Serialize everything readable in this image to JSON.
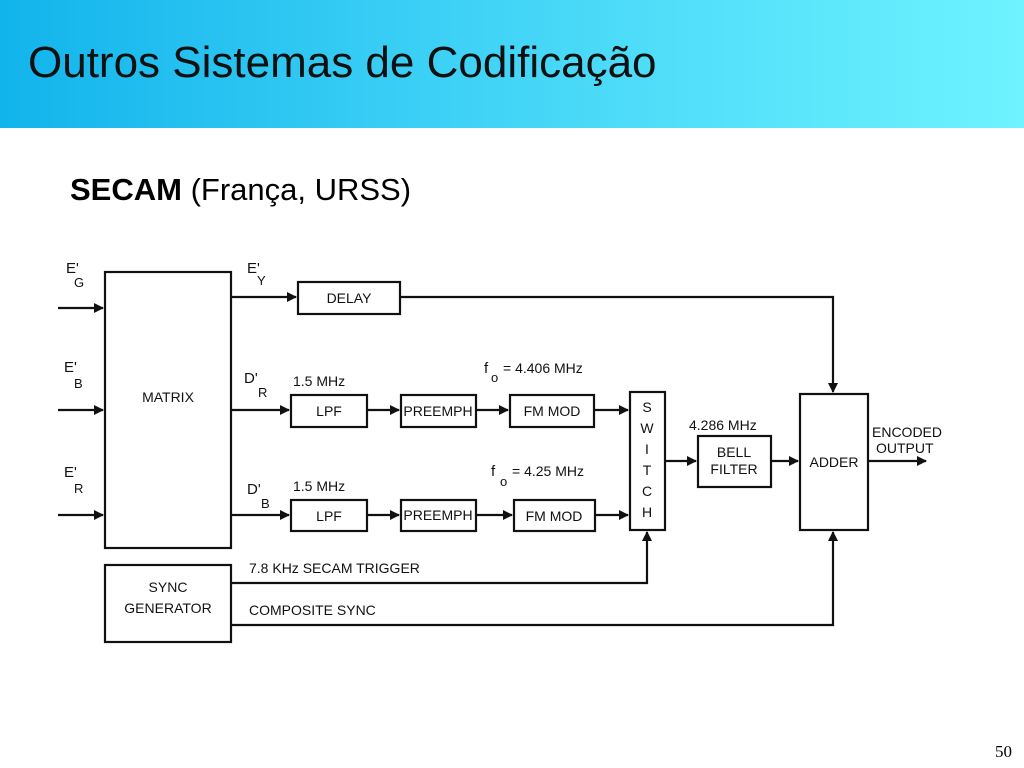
{
  "slide": {
    "title": "Outros Sistemas de Codificação",
    "subtitle_bold": "SECAM",
    "subtitle_rest": " (França, URSS)",
    "page_number": "50"
  },
  "diagram": {
    "inputs": {
      "eg": {
        "main": "E'",
        "sub": "G"
      },
      "eb": {
        "main": "E'",
        "sub": "B"
      },
      "er": {
        "main": "E'",
        "sub": "R"
      }
    },
    "signals": {
      "ey": {
        "main": "E'",
        "sub": "Y"
      },
      "dr": {
        "main": "D'",
        "sub": "R"
      },
      "db": {
        "main": "D'",
        "sub": "B"
      }
    },
    "blocks": {
      "matrix": "MATRIX",
      "delay": "DELAY",
      "lpf_top": "LPF",
      "lpf_bottom": "LPF",
      "preemph_top": "PREEMPH",
      "preemph_bottom": "PREEMPH",
      "fmmod_top": "FM MOD",
      "fmmod_bottom": "FM MOD",
      "switch_letters": [
        "S",
        "W",
        "I",
        "T",
        "C",
        "H"
      ],
      "bell_line1": "BELL",
      "bell_line2": "FILTER",
      "adder": "ADDER",
      "sync_line1": "SYNC",
      "sync_line2": "GENERATOR"
    },
    "annotations": {
      "lpf_top_freq": "1.5 MHz",
      "lpf_bottom_freq": "1.5 MHz",
      "fo_top": {
        "f": "f",
        "o": "o",
        "value": "= 4.406 MHz"
      },
      "fo_bottom": {
        "f": "f",
        "o": "o",
        "value": "= 4.25 MHz"
      },
      "bell_freq": "4.286 MHz",
      "output_line1": "ENCODED",
      "output_line2": "OUTPUT",
      "trigger": "7.8  KHz SECAM TRIGGER",
      "composite_sync": "COMPOSITE SYNC"
    }
  }
}
